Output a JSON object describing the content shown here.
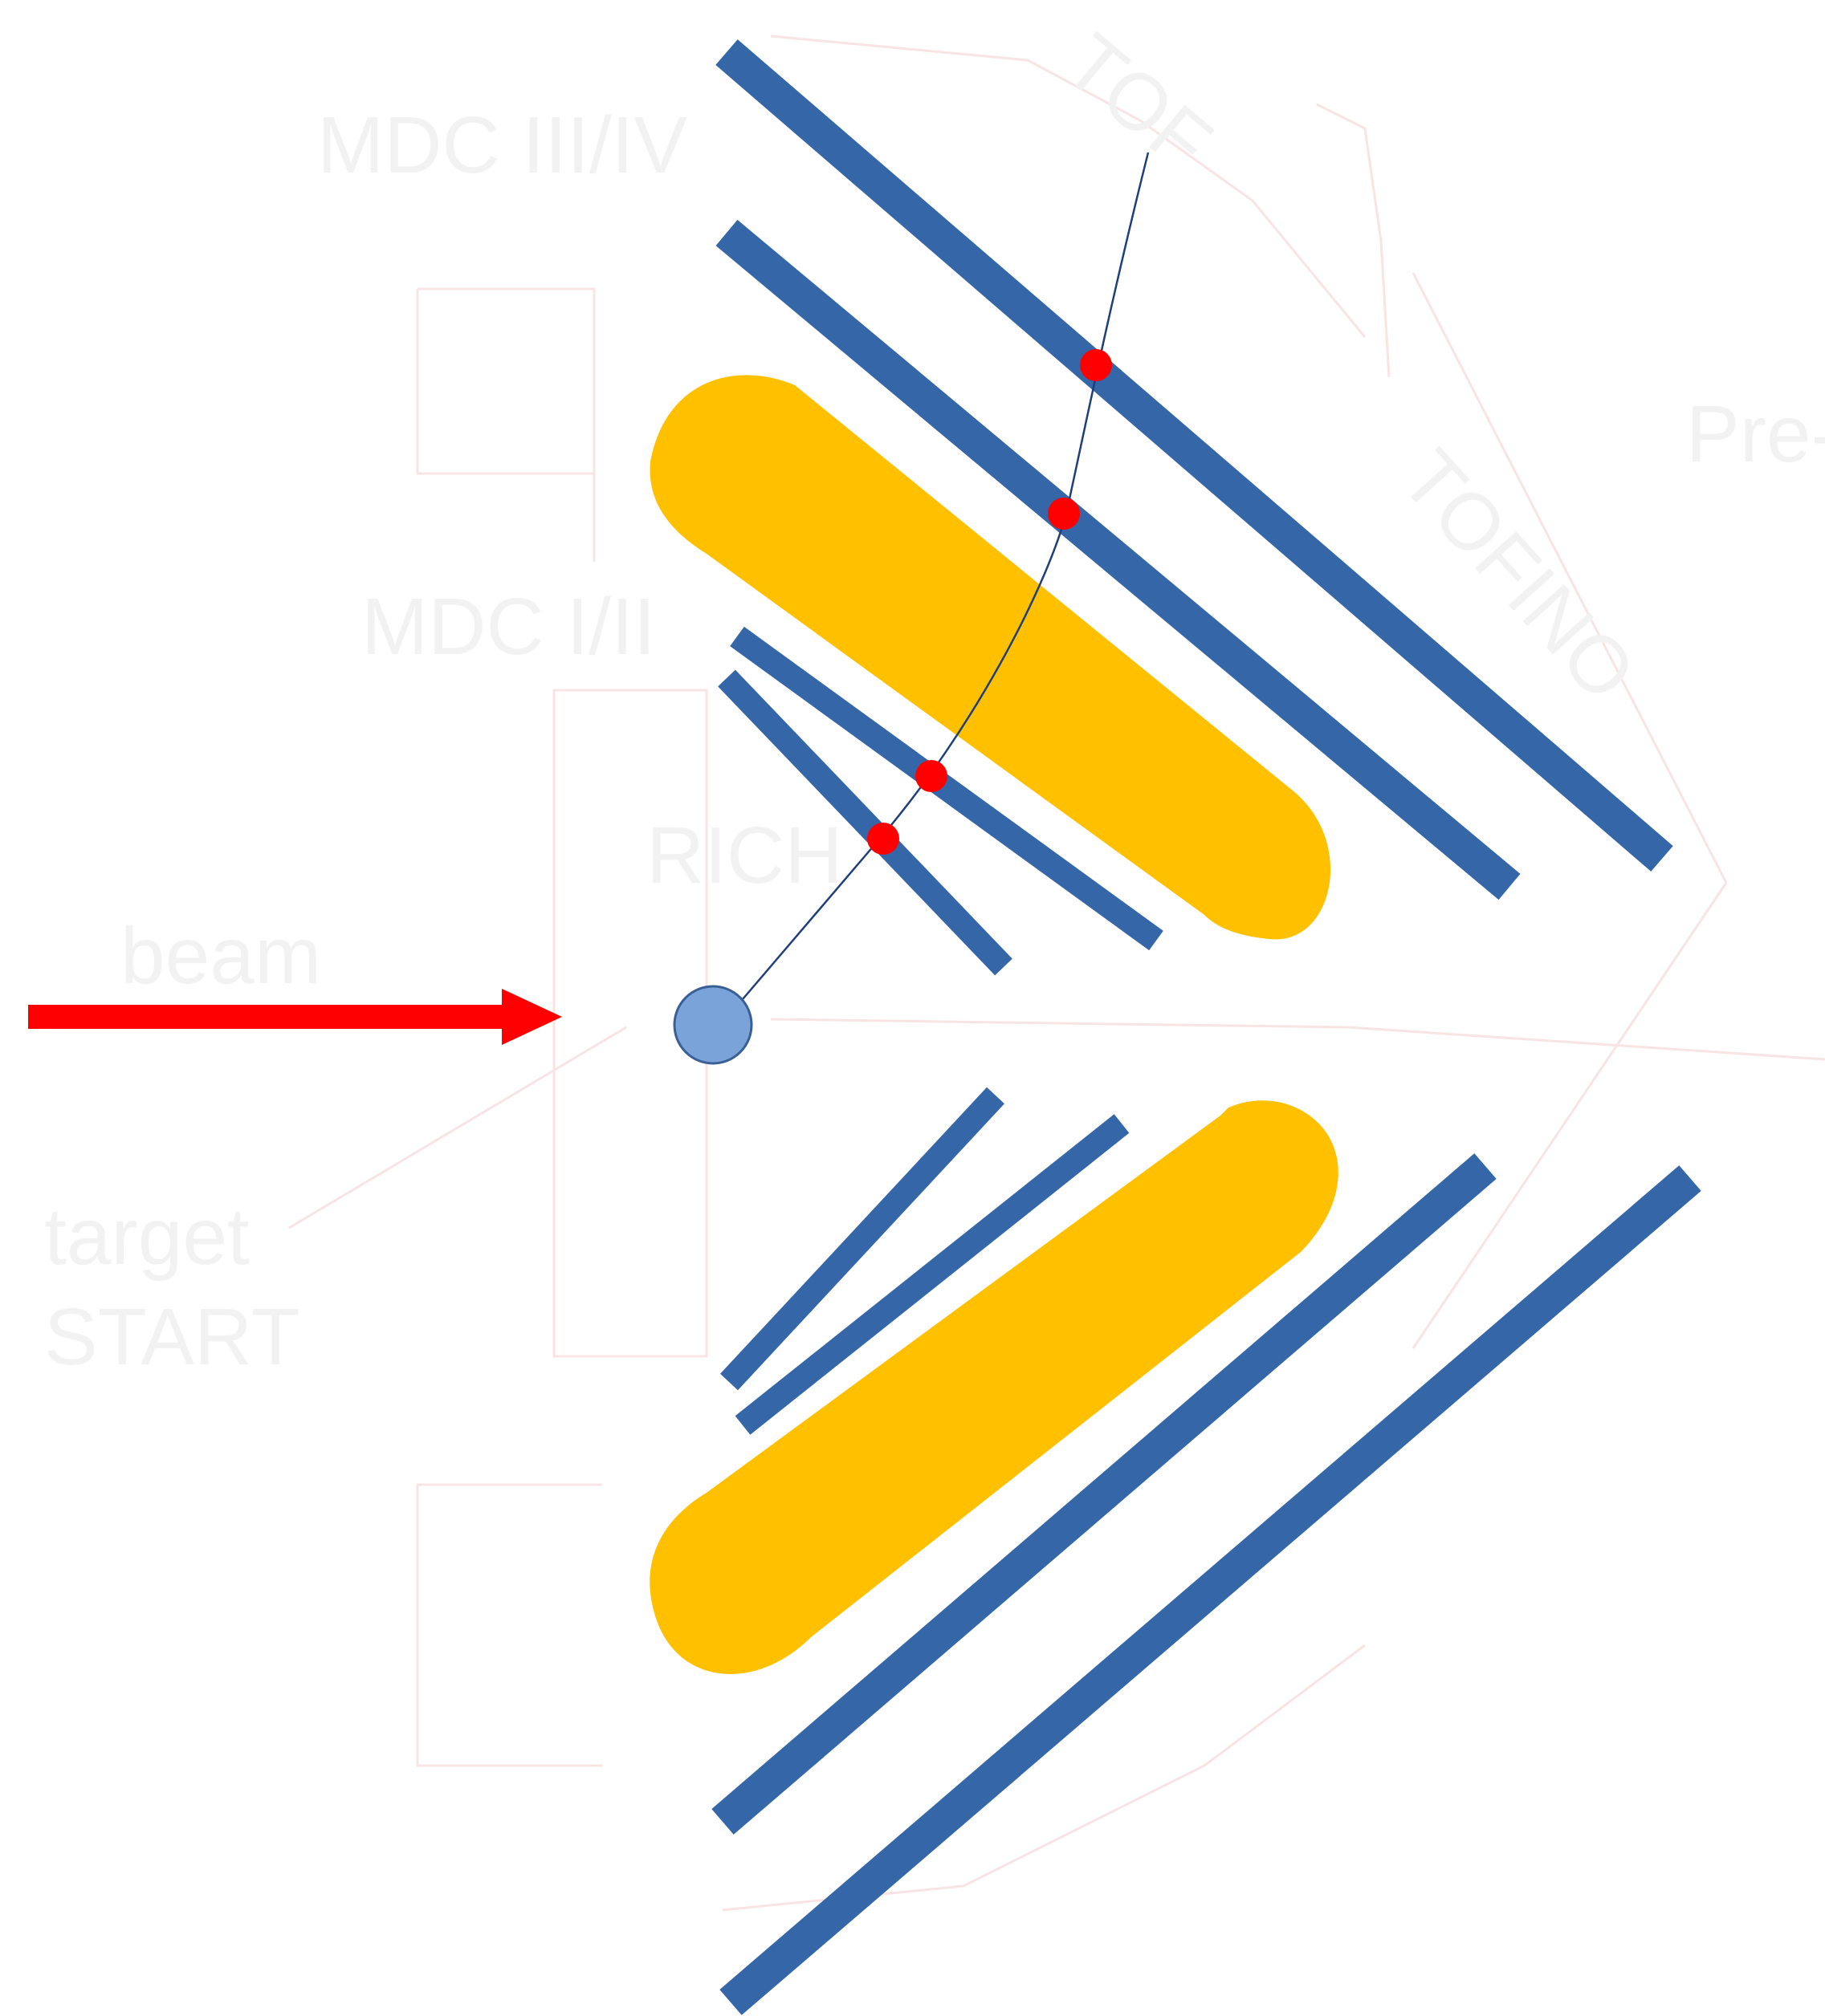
{
  "colors": {
    "detector_plane": "#3566a8",
    "magnet_coil": "#ffc000",
    "hit": "#ff0000",
    "beam_arrow": "#ff0000",
    "target": "#7aa3d9",
    "track": "#1f3f7a",
    "background_label": "#f2f2f2",
    "background_outline": "#f8e4e4"
  },
  "labels": {
    "mdc_outer": "MDC III/IV",
    "mdc_inner": "MDC I/II",
    "tof": "TOF",
    "tofino": "TOFINO",
    "pre_shower": "Pre-",
    "rich": "RICH",
    "beam": "beam",
    "target": "target",
    "start": "START"
  },
  "icons": {
    "beam_arrow": "right-arrow",
    "target": "filled-circle"
  }
}
